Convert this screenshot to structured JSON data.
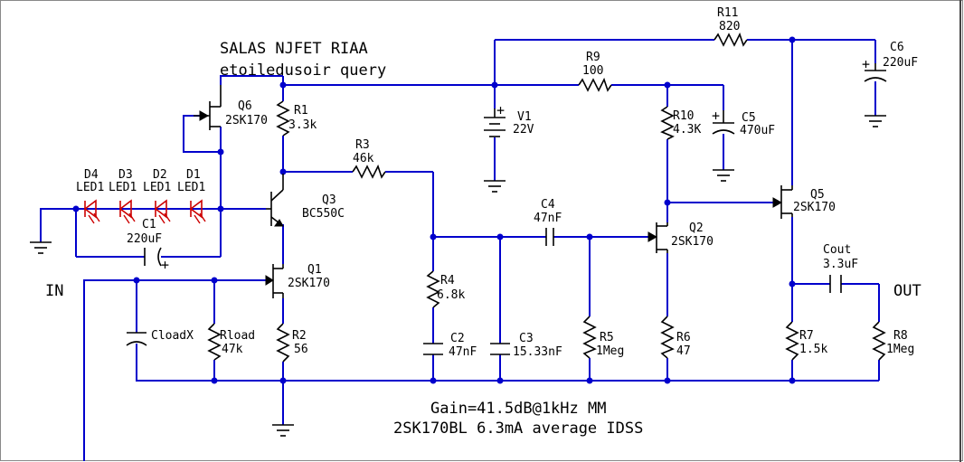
{
  "title": "SALAS NJFET RIAA",
  "subtitle": "etoiledusoir query",
  "ports": {
    "input": "IN",
    "output": "OUT"
  },
  "notes": {
    "gain": "Gain=41.5dB@1kHz MM",
    "idss": "2SK170BL 6.3mA average IDSS"
  },
  "components": {
    "R11": {
      "ref": "R11",
      "value": "820"
    },
    "R9": {
      "ref": "R9",
      "value": "100"
    },
    "R1": {
      "ref": "R1",
      "value": "3.3k"
    },
    "R3": {
      "ref": "R3",
      "value": "46k"
    },
    "R10": {
      "ref": "R10",
      "value": "4.3K"
    },
    "R4": {
      "ref": "R4",
      "value": "6.8k"
    },
    "R5": {
      "ref": "R5",
      "value": "1Meg"
    },
    "R6": {
      "ref": "R6",
      "value": "47"
    },
    "R2": {
      "ref": "R2",
      "value": "56"
    },
    "R7": {
      "ref": "R7",
      "value": "1.5k"
    },
    "R8": {
      "ref": "R8",
      "value": "1Meg"
    },
    "Rload": {
      "ref": "Rload",
      "value": "47k"
    },
    "C6": {
      "ref": "C6",
      "value": "220uF"
    },
    "C5": {
      "ref": "C5",
      "value": "470uF"
    },
    "C1": {
      "ref": "C1",
      "value": "220uF"
    },
    "C4": {
      "ref": "C4",
      "value": "47nF"
    },
    "C2": {
      "ref": "C2",
      "value": "47nF"
    },
    "C3": {
      "ref": "C3",
      "value": "15.33nF"
    },
    "Cout": {
      "ref": "Cout",
      "value": "3.3uF"
    },
    "CloadX": {
      "ref": "CloadX"
    },
    "V1": {
      "ref": "V1",
      "value": "22V"
    },
    "Q6": {
      "ref": "Q6",
      "value": "2SK170"
    },
    "Q3": {
      "ref": "Q3",
      "value": "BC550C"
    },
    "Q1": {
      "ref": "Q1",
      "value": "2SK170"
    },
    "Q2": {
      "ref": "Q2",
      "value": "2SK170"
    },
    "Q5": {
      "ref": "Q5",
      "value": "2SK170"
    },
    "D1": {
      "ref": "D1",
      "value": "LED1"
    },
    "D2": {
      "ref": "D2",
      "value": "LED1"
    },
    "D3": {
      "ref": "D3",
      "value": "LED1"
    },
    "D4": {
      "ref": "D4",
      "value": "LED1"
    }
  }
}
